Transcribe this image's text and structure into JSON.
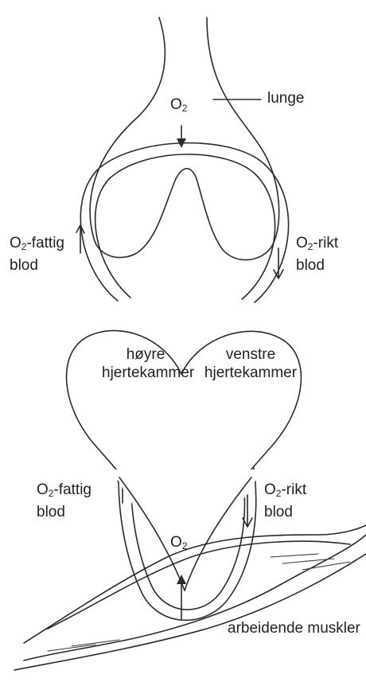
{
  "labels": {
    "o2_lung": "O2",
    "lung": "lunge",
    "o2_poor_top_1": "O2-fattig",
    "o2_poor_top_2": "blod",
    "o2_rich_top_1": "O2-rikt",
    "o2_rich_top_2": "blod",
    "right_ventricle_1": "høyre",
    "right_ventricle_2": "hjertekammer",
    "left_ventricle_1": "venstre",
    "left_ventricle_2": "hjertekammer",
    "o2_poor_bottom_1": "O2-fattig",
    "o2_poor_bottom_2": "blod",
    "o2_rich_bottom_1": "O2-rikt",
    "o2_rich_bottom_2": "blod",
    "o2_muscle": "O2",
    "muscles": "arbeidende muskler"
  },
  "colors": {
    "ink": "#2a2a2a",
    "background": "#ffffff"
  }
}
